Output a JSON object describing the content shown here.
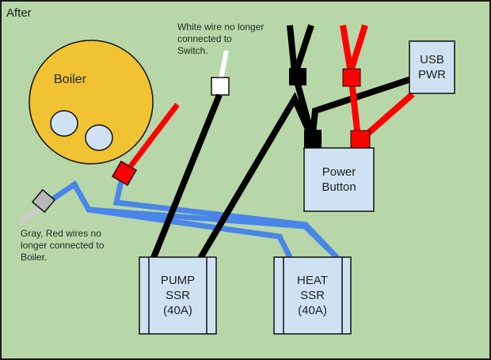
{
  "title": "After",
  "colors": {
    "background": "#b7d7a8",
    "boiler": "#f1c232",
    "component": "#cfe2f3",
    "wire_black": "#000000",
    "wire_red": "#ff0000",
    "wire_blue": "#4a86e8",
    "wire_white": "#ffffff",
    "wire_gray": "#cccccc",
    "connector_gray": "#b7b7b7"
  },
  "boiler": {
    "label": "Boiler"
  },
  "components": {
    "power_button": {
      "line1": "Power",
      "line2": "Button"
    },
    "usb_pwr": {
      "line1": "USB",
      "line2": "PWR"
    },
    "pump_ssr": {
      "line1": "PUMP",
      "line2": "SSR",
      "line3": "(40A)"
    },
    "heat_ssr": {
      "line1": "HEAT",
      "line2": "SSR",
      "line3": "(40A)"
    }
  },
  "notes": {
    "white_wire": "White wire no longer connected to Switch.",
    "gray_red_wires": "Gray, Red wires no longer connected to Boiler."
  },
  "wires": [
    {
      "name": "white-wire-stub",
      "color": "white",
      "from": "free end",
      "to": "white connector"
    },
    {
      "name": "pump-ssr-black-wire-1",
      "color": "black",
      "from": "white connector",
      "to": "PUMP SSR"
    },
    {
      "name": "pump-ssr-black-wire-2",
      "color": "black",
      "from": "Power Button",
      "to": "PUMP SSR"
    },
    {
      "name": "mains-black-wires",
      "color": "black",
      "from": "mains",
      "to": "black splice connector"
    },
    {
      "name": "usb-black-wire",
      "color": "black",
      "from": "USB PWR",
      "to": "Power Button"
    },
    {
      "name": "mains-red-wires",
      "color": "red",
      "from": "mains",
      "to": "red splice connector"
    },
    {
      "name": "usb-red-wire",
      "color": "red",
      "from": "USB PWR",
      "to": "Power Button"
    },
    {
      "name": "boiler-red-wire",
      "color": "red",
      "from": "free end",
      "to": "red connector"
    },
    {
      "name": "heat-ssr-blue-wire-1",
      "color": "blue",
      "from": "gray connector",
      "to": "HEAT SSR"
    },
    {
      "name": "heat-ssr-blue-wire-2",
      "color": "blue",
      "from": "red connector",
      "to": "HEAT SSR"
    },
    {
      "name": "gray-wire-stub",
      "color": "gray",
      "from": "free end",
      "to": "gray connector"
    }
  ]
}
